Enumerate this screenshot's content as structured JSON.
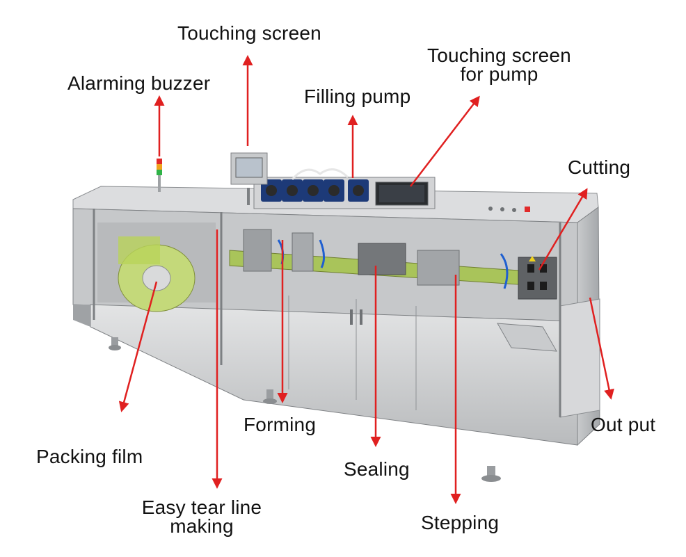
{
  "labels": {
    "touching_screen": "Touching screen",
    "touching_screen_pump_line1": "Touching screen",
    "touching_screen_pump_line2": "for pump",
    "alarming_buzzer": "Alarming buzzer",
    "filling_pump": "Filling pump",
    "cutting": "Cutting",
    "out_put": "Out put",
    "forming": "Forming",
    "packing_film": "Packing film",
    "sealing": "Sealing",
    "easy_tear_line_1": "Easy tear line",
    "easy_tear_line_2": "making",
    "stepping": "Stepping"
  },
  "colors": {
    "arrow": "#e02020",
    "steel_light": "#d9dadb",
    "steel_mid": "#b7b9bb",
    "steel_dark": "#8b8e91",
    "film_green": "#b9d35a",
    "pump_blue": "#1d3a78"
  }
}
